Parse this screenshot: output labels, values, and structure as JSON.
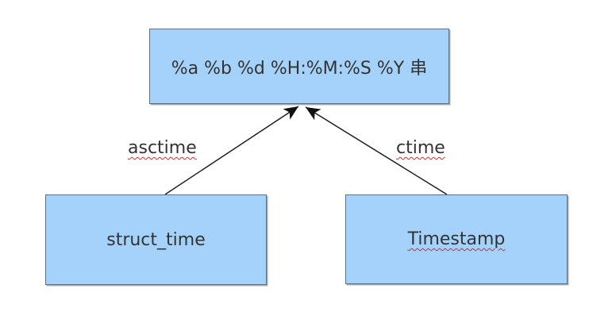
{
  "diagram": {
    "nodes": {
      "format_string": {
        "label": "%a %b %d %H:%M:%S %Y 串"
      },
      "struct_time": {
        "label": "struct_time"
      },
      "timestamp": {
        "label": "Timestamp"
      }
    },
    "edges": {
      "asctime": {
        "label": "asctime",
        "from": "struct_time",
        "to": "format_string"
      },
      "ctime": {
        "label": "ctime",
        "from": "timestamp",
        "to": "format_string"
      }
    },
    "colors": {
      "background": "#ffffff",
      "node_fill": "#a5d2fb",
      "node_border": "#5e7081",
      "edge_line": "#1a1a1a",
      "arrowhead": "#111111",
      "text": "#333333",
      "spellcheck_underline": "#bf3434"
    }
  }
}
